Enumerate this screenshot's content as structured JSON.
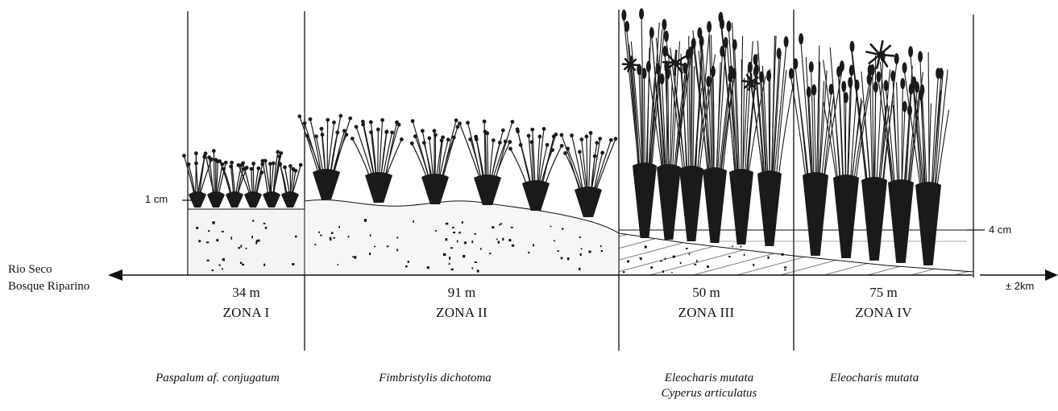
{
  "colors": {
    "ink": "#111111",
    "soil": "#f4f4f4",
    "plant": "#1a1a1a",
    "background": "#ffffff"
  },
  "left_end": {
    "line1": "Rio Seco",
    "line2": "Bosque Riparino"
  },
  "right_end": {
    "label": "± 2km"
  },
  "depth_markers": {
    "left": "1 cm",
    "right": "4 cm"
  },
  "zones": [
    {
      "id": "zone-1",
      "distance": "34 m",
      "name": "ZONA I",
      "species": [
        "Paspalum af. conjugatum"
      ]
    },
    {
      "id": "zone-2",
      "distance": "91 m",
      "name": "ZONA II",
      "species": [
        "Fimbristylis dichotoma"
      ]
    },
    {
      "id": "zone-3",
      "distance": "50 m",
      "name": "ZONA III",
      "species": [
        "Eleocharis mutata",
        "Cyperus articulatus"
      ]
    },
    {
      "id": "zone-4",
      "distance": "75 m",
      "name": "ZONA IV",
      "species": [
        "Eleocharis mutata"
      ]
    }
  ],
  "icons": [
    "left-arrow-icon",
    "right-arrow-icon",
    "grass-tuft-icon",
    "sedge-clump-icon",
    "rush-clump-icon",
    "flower-head-icon"
  ]
}
